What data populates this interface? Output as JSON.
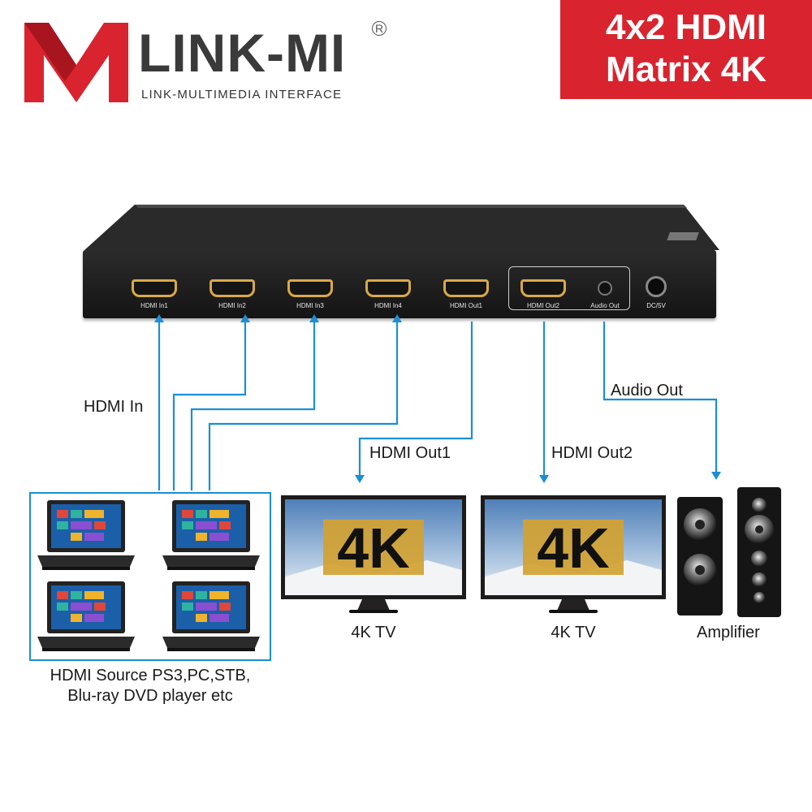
{
  "brand": {
    "name": "LINK-MI",
    "registered_mark": "R",
    "tagline": "LINK-MULTIMEDIA INTERFACE"
  },
  "title": {
    "line1": "4x2 HDMI",
    "line2": "Matrix 4K"
  },
  "device": {
    "ports": [
      {
        "label": "HDMI In1"
      },
      {
        "label": "HDMI In2"
      },
      {
        "label": "HDMI In3"
      },
      {
        "label": "HDMI In4"
      },
      {
        "label": "HDMI Out1"
      },
      {
        "label": "HDMI Out2"
      },
      {
        "label": "Audio Out"
      },
      {
        "label": "DC/5V"
      }
    ]
  },
  "connections": {
    "hdmi_in": "HDMI In",
    "hdmi_out1": "HDMI Out1",
    "hdmi_out2": "HDMI Out2",
    "audio_out": "Audio Out"
  },
  "sources": {
    "caption_line1": "HDMI Source PS3,PC,STB,",
    "caption_line2": "Blu-ray DVD player etc"
  },
  "outputs": {
    "tv1_label": "4K TV",
    "tv2_label": "4K TV",
    "tv_screen_text": "4K",
    "amplifier_label": "Amplifier"
  },
  "colors": {
    "accent_red": "#d9232e",
    "wire_blue": "#1a8fd6",
    "hdmi_gold": "#d8a94a"
  }
}
